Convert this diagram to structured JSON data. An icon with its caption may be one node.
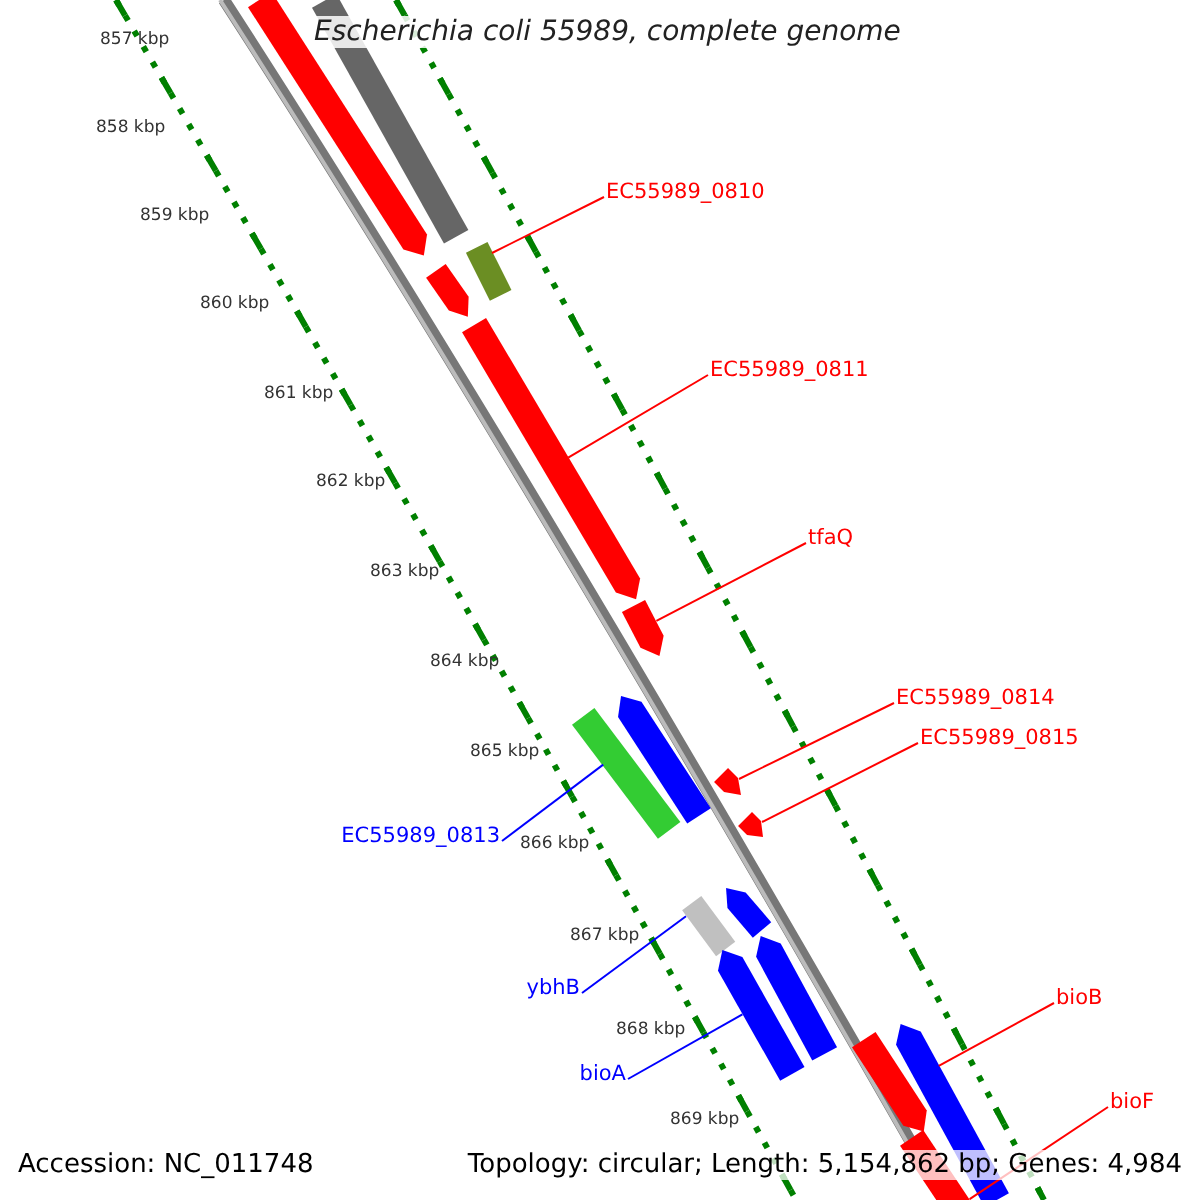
{
  "diagram": {
    "title": "Escherichia coli 55989, complete genome",
    "nodes": [
      {
        "text": [
          "EC55989_0810"
        ]
      },
      {
        "text": [
          "EC55989_0811"
        ]
      },
      {
        "text": [
          "tfaQ"
        ]
      },
      {
        "text": [
          "EC55989_0814"
        ]
      },
      {
        "text": [
          "EC55989_0815"
        ]
      },
      {
        "text": [
          "EC55989_0813"
        ]
      },
      {
        "text": [
          "ybhB"
        ]
      },
      {
        "text": [
          "bioA"
        ]
      },
      {
        "text": [
          "bioB"
        ]
      },
      {
        "text": [
          "bioF"
        ]
      },
      {
        "text": [],
        "shape": "bar"
      },
      {
        "text": [],
        "shape": "bar"
      },
      {
        "text": [],
        "shape": "bar"
      },
      {
        "text": [],
        "shape": "bar"
      },
      {
        "text": [],
        "shape": "bar"
      },
      {
        "text": [],
        "shape": "bar"
      },
      {
        "text": [],
        "shape": "bar"
      },
      {
        "text": [],
        "shape": "bar"
      },
      {
        "text": [],
        "shape": "bar"
      },
      {
        "text": [],
        "shape": "bar"
      },
      {
        "text": [],
        "shape": "bar"
      },
      {
        "text": [],
        "shape": "bar"
      },
      {
        "text": [],
        "shape": "bar"
      },
      {
        "text": [],
        "shape": "bar"
      },
      {
        "text": [],
        "shape": "bar"
      },
      {
        "text": [],
        "shape": "bar"
      },
      {
        "text": [],
        "shape": "bar"
      }
    ],
    "edges": [
      {
        "from": 0,
        "to": 10,
        "arrow": "none"
      },
      {
        "from": 1,
        "to": 11,
        "arrow": "none"
      },
      {
        "from": 2,
        "to": 12,
        "arrow": "none"
      },
      {
        "from": 3,
        "to": 13,
        "arrow": "none"
      },
      {
        "from": 4,
        "to": 14,
        "arrow": "none"
      },
      {
        "from": 5,
        "to": 15,
        "arrow": "none",
        "color": "#0000ff"
      },
      {
        "from": 6,
        "to": 16,
        "arrow": "none",
        "color": "#0000ff"
      },
      {
        "from": 7,
        "to": 17,
        "arrow": "none",
        "color": "#0000ff"
      },
      {
        "from": 8,
        "to": 18,
        "arrow": "none"
      },
      {
        "from": 9,
        "to": 19,
        "arrow": "none"
      }
    ],
    "labels": [
      "857 kbp",
      "858 kbp",
      "859 kbp",
      "860 kbp",
      "861 kbp",
      "862 kbp",
      "863 kbp",
      "864 kbp",
      "865 kbp",
      "866 kbp",
      "867 kbp",
      "868 kbp",
      "869 kbp",
      "Accession: NC_011748",
      "Topology: circular; Length: 5,154,862 bp; Genes: 4,984"
    ]
  }
}
